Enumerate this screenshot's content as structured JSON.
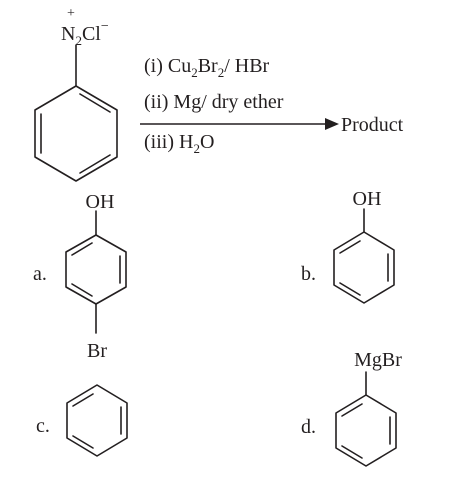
{
  "reaction": {
    "reagent_charge": "+",
    "reagent_n": "N",
    "reagent_sub": "2",
    "reagent_cl": "Cl",
    "reagent_anion": "−",
    "step1_prefix": "(i) Cu",
    "step1_sub1": "2",
    "step1_mid": "Br",
    "step1_sub2": "2",
    "step1_suffix": "/ HBr",
    "step2": "(ii) Mg/ dry ether",
    "step3_prefix": "(iii) H",
    "step3_sub": "2",
    "step3_suffix": "O",
    "product": "Product"
  },
  "options": {
    "a": {
      "label": "a.",
      "top_group": "OH",
      "bottom_group": "Br"
    },
    "b": {
      "label": "b.",
      "top_group": "OH"
    },
    "c": {
      "label": "c."
    },
    "d": {
      "label": "d.",
      "top_group": "MgBr"
    }
  }
}
